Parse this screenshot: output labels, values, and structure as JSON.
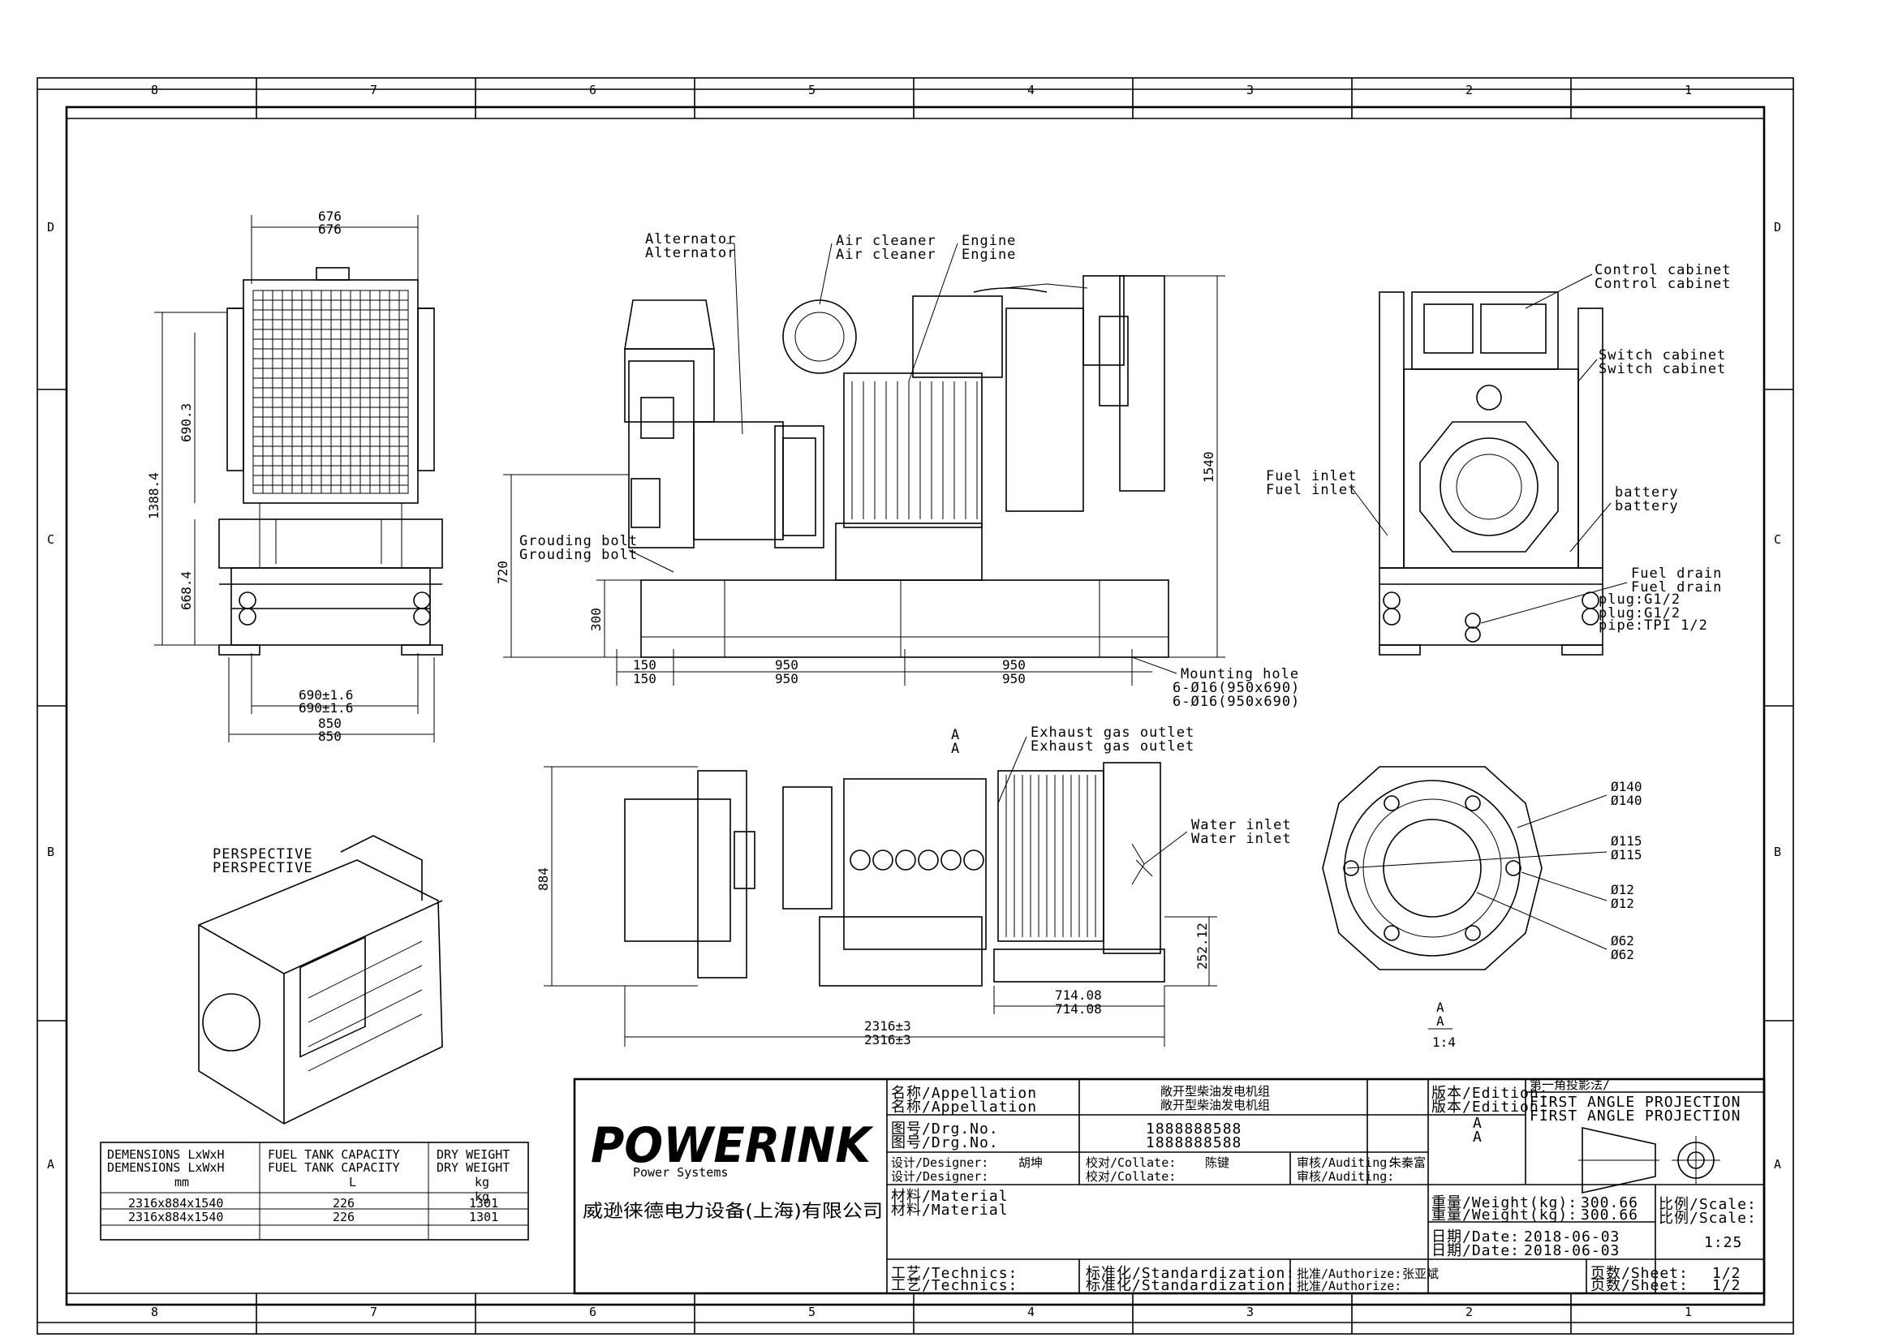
{
  "zones": {
    "columns": [
      "8",
      "7",
      "6",
      "5",
      "4",
      "3",
      "2",
      "1"
    ],
    "rows": [
      "D",
      "C",
      "B",
      "A"
    ]
  },
  "front_view": {
    "dims": {
      "top_width": "676",
      "bottom_width1": "690±1.6",
      "bottom_width2": "850",
      "h1": "690.3",
      "h2": "1388.4",
      "h3": "668.4"
    }
  },
  "side_view": {
    "labels": {
      "alternator": "Alternator",
      "air_cleaner": "Air cleaner",
      "engine": "Engine",
      "grounding_bolt": "Grouding bolt",
      "mounting_hole": "Mounting hole",
      "mounting_hole_spec": "6-Ø16(950x690)"
    },
    "dims": {
      "d150": "150",
      "d950a": "950",
      "d950b": "950",
      "h720": "720",
      "h300": "300",
      "h1540": "1540"
    }
  },
  "rear_view": {
    "labels": {
      "control_cabinet": "Control cabinet",
      "switch_cabinet": "Switch cabinet",
      "fuel_inlet": "Fuel inlet",
      "battery": "battery",
      "fuel_drain": "Fuel drain",
      "plug": "plug:G1/2",
      "pipe": "pipe:TPI 1/2"
    }
  },
  "top_view": {
    "labels": {
      "section": "A",
      "exhaust": "Exhaust gas outlet",
      "water_inlet": "Water inlet"
    },
    "dims": {
      "h884": "884",
      "h252": "252.12",
      "d714": "714.08",
      "d2316": "2316±3"
    }
  },
  "detail_view": {
    "dims": [
      "Ø140",
      "Ø115",
      "Ø12",
      "Ø62"
    ],
    "section": "A",
    "scale": "1:4"
  },
  "perspective": {
    "label": "PERSPECTIVE"
  },
  "spec_table": {
    "headers": [
      "DEMENSIONS  LxWxH",
      "FUEL TANK CAPACITY",
      "DRY WEIGHT"
    ],
    "units": [
      "mm",
      "L",
      "kg"
    ],
    "values": [
      "2316x884x1540",
      "226",
      "1301"
    ]
  },
  "title_block": {
    "logo": "POWERINK",
    "logo_sub": "Power Systems",
    "company": "威逊徕德电力设备(上海)有限公司",
    "appellation_label": "名称/Appellation",
    "appellation_value": "敞开型柴油发电机组",
    "drg_label": "图号/Drg.No.",
    "drg_value": "1888888588",
    "designer_label": "设计/Designer:",
    "designer_value": "胡坤",
    "collate_label": "校对/Collate:",
    "collate_value": "陈键",
    "auditing_label": "审核/Auditing:",
    "auditing_value": "朱秦富",
    "material_label": "材料/Material",
    "edition_label": "版本/Edition:",
    "edition_value": "A",
    "projection_cn": "第一角投影法/",
    "projection_en": "FIRST ANGLE PROJECTION",
    "weight_label": "重量/Weight(kg):",
    "weight_value": "300.66",
    "scale_label": "比例/Scale:",
    "scale_value": "1:25",
    "date_label": "日期/Date:",
    "date_value": "2018-06-03",
    "technics_label": "工艺/Technics:",
    "standard_label": "标准化/Standardization:",
    "authorize_label": "批准/Authorize:",
    "authorize_value": "张亚斌",
    "sheet_label": "页数/Sheet:",
    "sheet_value": "1/2"
  }
}
